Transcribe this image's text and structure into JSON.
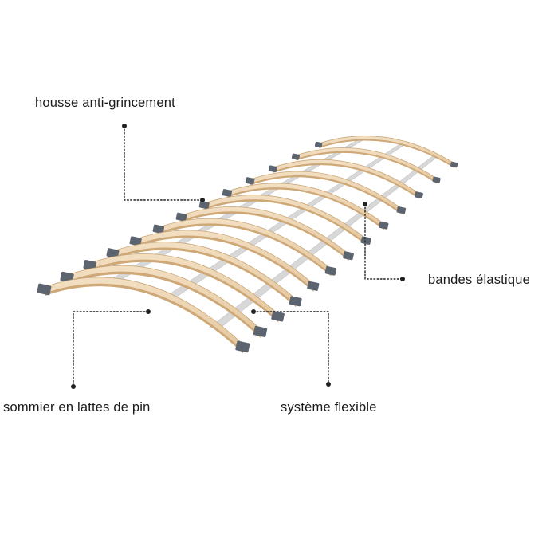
{
  "callouts": {
    "housse": "housse anti-grincement",
    "bandes": "bandes élastique",
    "sommier": "sommier en lattes de pin",
    "systeme": "système flexible"
  },
  "product": {
    "slat_count": 13,
    "colors": {
      "slat": "#ecd2ae",
      "slat_edge": "#c9a77a",
      "end_cap": "#5c6470",
      "band": "#d8d8d8",
      "leader": "#222222"
    }
  }
}
